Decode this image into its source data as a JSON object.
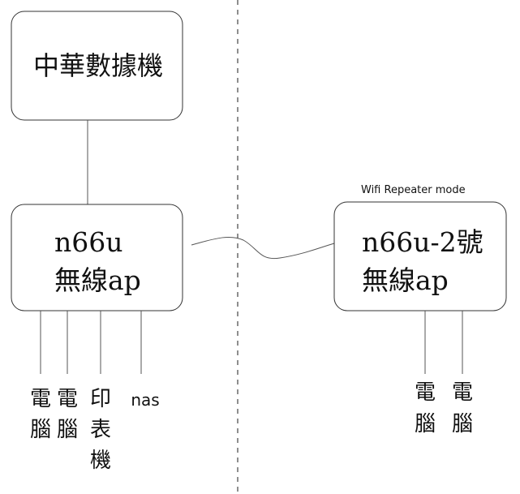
{
  "isp": {
    "label": "中華數據機"
  },
  "main_ap": {
    "line1": "n66u",
    "line2": "無線ap",
    "devices": [
      {
        "chars": [
          "電",
          "腦"
        ]
      },
      {
        "chars": [
          "電",
          "腦"
        ]
      },
      {
        "chars": [
          "印",
          "表",
          "機"
        ]
      },
      {
        "text": "nas"
      }
    ]
  },
  "repeater_ap": {
    "mode_label": "Wifi Repeater mode",
    "line1": "n66u-2號",
    "line2": "無線ap",
    "devices": [
      {
        "chars": [
          "電",
          "腦"
        ]
      },
      {
        "chars": [
          "電",
          "腦"
        ]
      }
    ]
  },
  "colors": {
    "stroke": "#333333",
    "text": "#111111",
    "background": "#ffffff"
  }
}
